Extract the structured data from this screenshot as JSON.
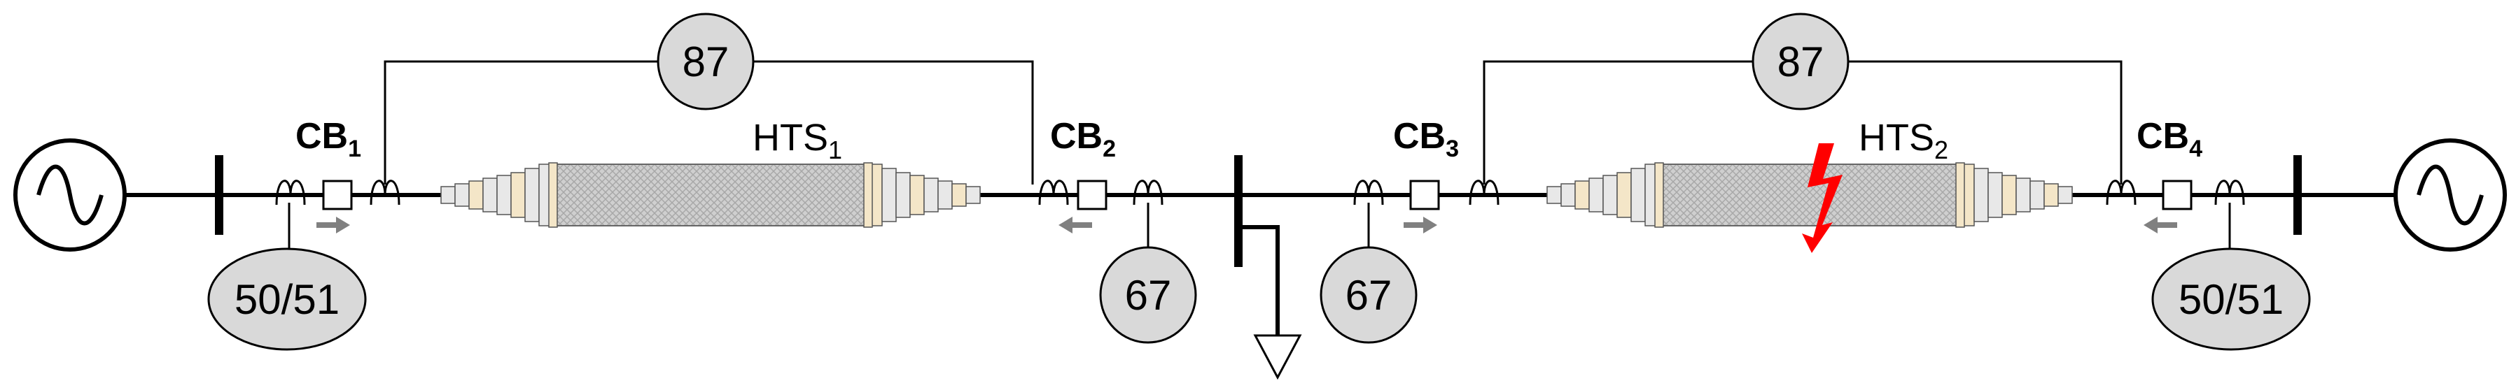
{
  "breakers": [
    {
      "name": "CB",
      "sub": "1"
    },
    {
      "name": "CB",
      "sub": "2"
    },
    {
      "name": "CB",
      "sub": "3"
    },
    {
      "name": "CB",
      "sub": "4"
    }
  ],
  "cables": [
    {
      "name": "HTS",
      "sub": "1"
    },
    {
      "name": "HTS",
      "sub": "2"
    }
  ],
  "relays": {
    "differential_1": "87",
    "differential_2": "87",
    "overcurrent_left": "50/51",
    "overcurrent_right": "50/51",
    "directional_left": "67",
    "directional_right": "67"
  },
  "colors": {
    "relay_fill": "#d9d9d9",
    "arrow": "#808080",
    "fault": "#ff0000",
    "cable_core": "#c8c8c8",
    "termination_beige": "#f4e6c8"
  },
  "icons": {
    "source": "ac-source-icon",
    "ground": "ground-icon",
    "fault": "fault-lightning-icon"
  }
}
